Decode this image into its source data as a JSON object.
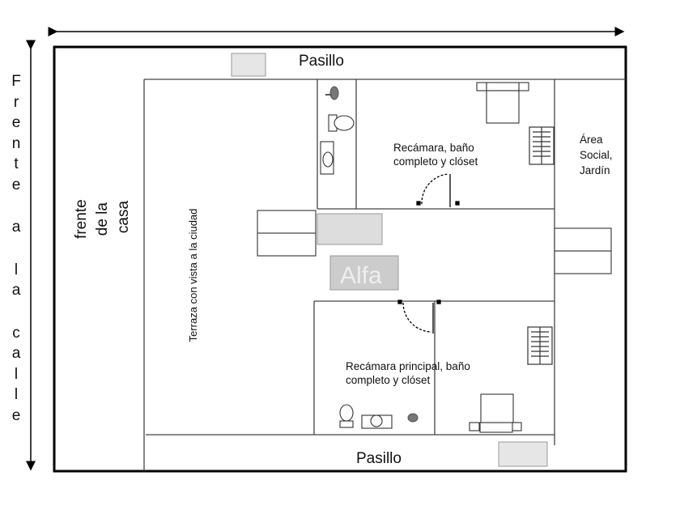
{
  "street_label": "Frente a la calle",
  "labels": {
    "pasillo_top": "Pasillo",
    "pasillo_bottom": "Pasillo",
    "bedroom_1": [
      "Recámara, baño",
      "completo y clóset"
    ],
    "master_bedroom": [
      "Recámara principal, baño",
      "completo y clóset"
    ],
    "social_area": [
      "Área",
      "Social,",
      "Jardín"
    ],
    "terrace": "Terraza con vista a la ciudad",
    "front_of_house": [
      "frente",
      "de la",
      "casa"
    ]
  },
  "watermark": "Alfa"
}
